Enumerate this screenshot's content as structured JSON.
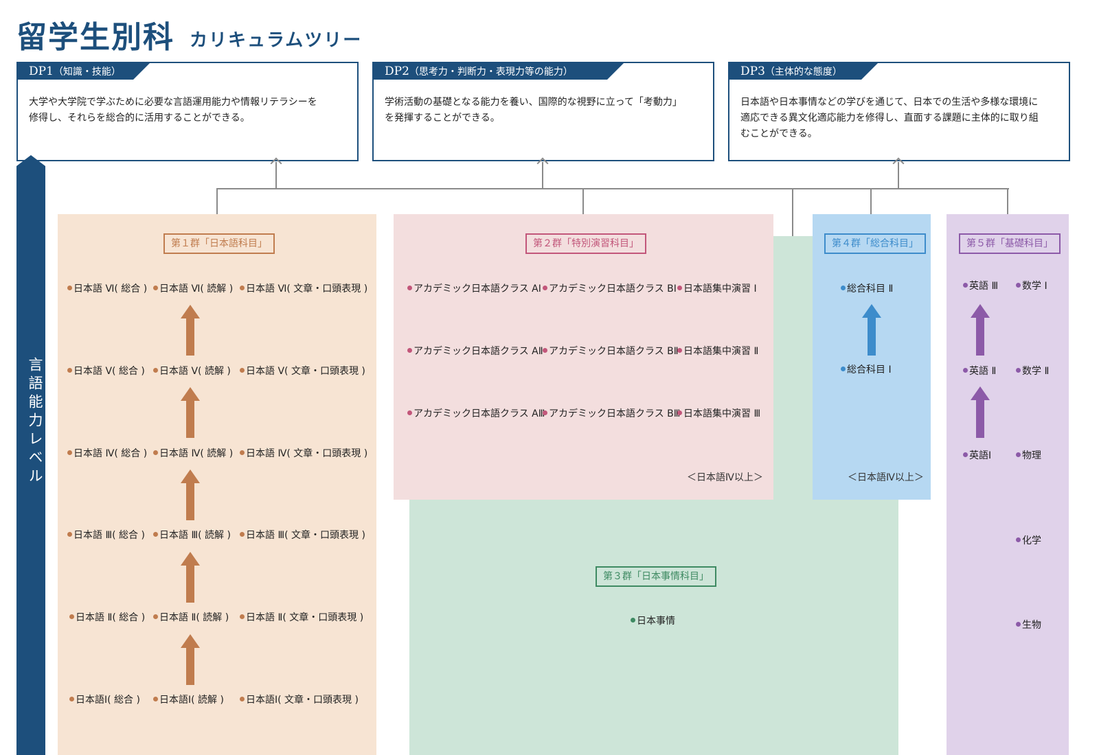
{
  "title": {
    "main": "留学生別科",
    "sub": "カリキュラムツリー"
  },
  "dp": [
    {
      "code": "DP1",
      "label": "（知識・技能）",
      "text": [
        "大学や大学院で学ぶために必要な言語運用能力や情報リテラシーを",
        "修得し、それらを総合的に活用することができる。"
      ]
    },
    {
      "code": "DP2",
      "label": "（思考力・判断力・表現力等の能力）",
      "text": [
        "学術活動の基礎となる能力を養い、国際的な視野に立って「考動力」",
        "を発揮することができる。"
      ]
    },
    {
      "code": "DP3",
      "label": "（主体的な態度）",
      "text": [
        "日本語や日本事情などの学びを通じて、日本での生活や多様な環境に",
        "適応できる異文化適応能力を修得し、直面する課題に主体的に取り組",
        "むことができる。"
      ]
    }
  ],
  "level_label": "言語能力レベル",
  "colors": {
    "navy": "#1d4f7c",
    "g1_bg": "#f7e4d3",
    "g1_accent": "#c07c4e",
    "g2_bg": "#f3dede",
    "g2_accent": "#c2567a",
    "g3_bg": "#cde5d8",
    "g3_accent": "#3e8a62",
    "g4_bg": "#b6d8f2",
    "g4_accent": "#3d8ccb",
    "g5_bg": "#e0d2ea",
    "g5_accent": "#8c5aa8"
  },
  "group1": {
    "label": "第１群「日本語科目」",
    "rows": [
      [
        "日本語 Ⅵ( 総合 )",
        "日本語 Ⅵ( 読解 )",
        "日本語 Ⅵ( 文章・口頭表現 )"
      ],
      [
        "日本語 Ⅴ( 総合 )",
        "日本語 Ⅴ( 読解 )",
        "日本語 Ⅴ( 文章・口頭表現 )"
      ],
      [
        "日本語 Ⅳ( 総合 )",
        "日本語 Ⅳ( 読解 )",
        "日本語 Ⅳ( 文章・口頭表現 )"
      ],
      [
        "日本語 Ⅲ( 総合 )",
        "日本語 Ⅲ( 読解 )",
        "日本語 Ⅲ( 文章・口頭表現 )"
      ],
      [
        "日本語 Ⅱ( 総合 )",
        "日本語 Ⅱ( 読解 )",
        "日本語 Ⅱ( 文章・口頭表現 )"
      ],
      [
        "日本語Ⅰ( 総合 )",
        "日本語Ⅰ( 読解 )",
        "日本語Ⅰ( 文章・口頭表現 )"
      ]
    ]
  },
  "group2": {
    "label": "第２群「特別演習科目」",
    "rows": [
      [
        "アカデミック日本語クラス AⅠ",
        "アカデミック日本語クラス BⅠ",
        "日本語集中演習 Ⅰ"
      ],
      [
        "アカデミック日本語クラス AⅡ",
        "アカデミック日本語クラス BⅡ",
        "日本語集中演習 Ⅱ"
      ],
      [
        "アカデミック日本語クラス AⅢ",
        "アカデミック日本語クラス BⅢ",
        "日本語集中演習 Ⅲ"
      ]
    ],
    "note": "＜日本語Ⅳ以上＞"
  },
  "group3": {
    "label": "第３群「日本事情科目」",
    "items": [
      "日本事情"
    ]
  },
  "group4": {
    "label": "第４群「総合科目」",
    "items": [
      "総合科目 Ⅱ",
      "総合科目 Ⅰ"
    ],
    "note": "＜日本語Ⅳ以上＞"
  },
  "group5": {
    "label": "第５群「基礎科目」",
    "english": [
      "英語 Ⅲ",
      "英語 Ⅱ",
      "英語Ⅰ"
    ],
    "science": [
      "数学 Ⅰ",
      "数学 Ⅱ",
      "物理",
      "化学",
      "生物"
    ]
  }
}
